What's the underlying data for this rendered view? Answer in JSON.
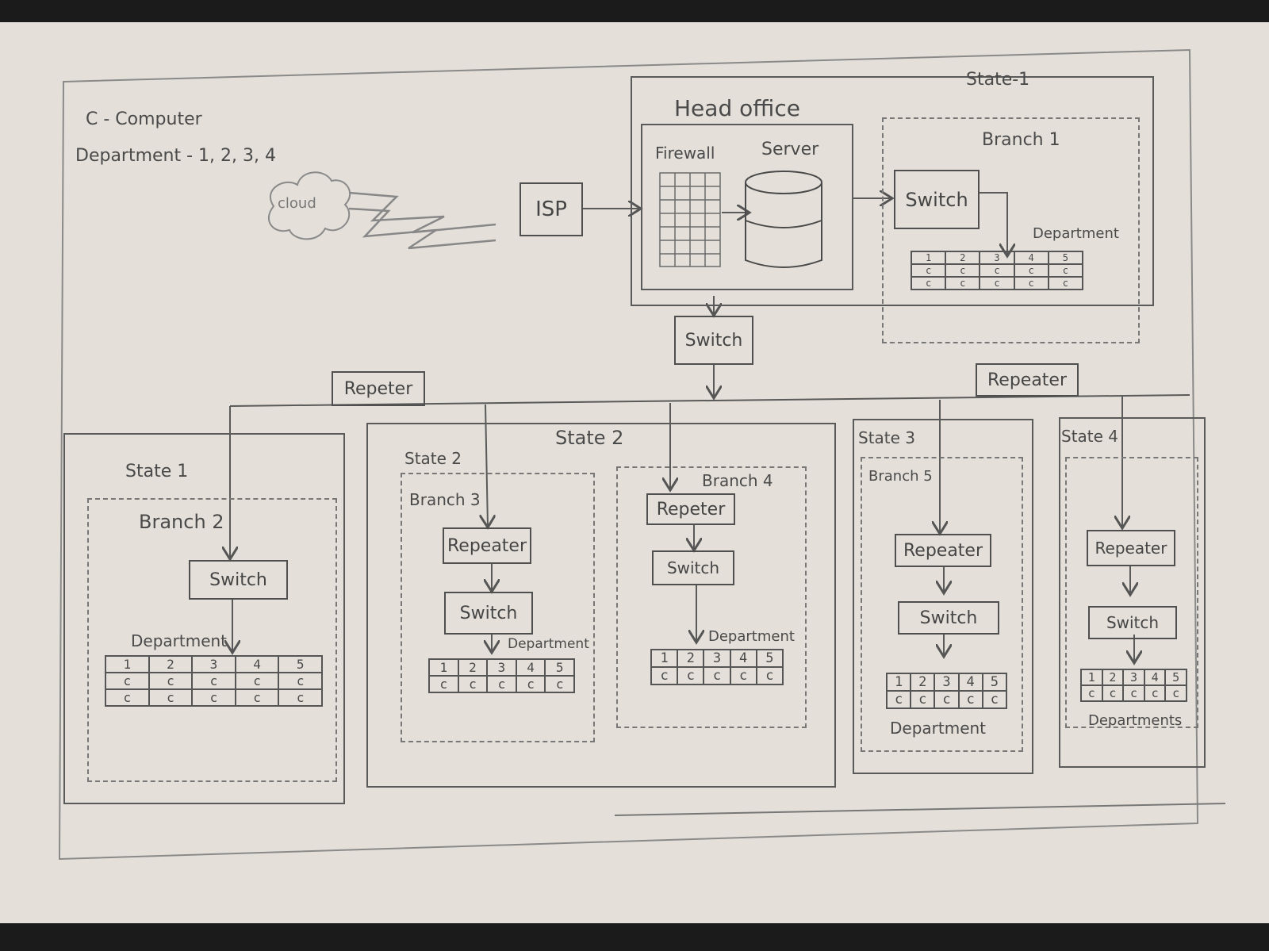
{
  "legend": {
    "computer": "C - Computer",
    "departments": "Department - 1, 2, 3, 4"
  },
  "top": {
    "cloud": "cloud",
    "isp": "ISP",
    "head_office": "Head office",
    "firewall": "Firewall",
    "server": "Server",
    "main_switch": "Switch",
    "repeater_left": "Repeter",
    "repeater_right": "Repeater"
  },
  "state1_top": {
    "title": "State-1",
    "branch": "Branch 1",
    "switch": "Switch",
    "department": "Department",
    "dept_headers": [
      "1",
      "2",
      "3",
      "4",
      "5"
    ],
    "dept_rows": [
      [
        "c",
        "c",
        "c",
        "c",
        "c"
      ],
      [
        "c",
        "c",
        "c",
        "c",
        "c"
      ]
    ]
  },
  "state1": {
    "title": "State 1",
    "branch": "Branch 2",
    "switch": "Switch",
    "department": "Department",
    "dept_headers": [
      "1",
      "2",
      "3",
      "4",
      "5"
    ],
    "dept_rows": [
      [
        "c",
        "c",
        "c",
        "c",
        "c"
      ],
      [
        "c",
        "c",
        "c",
        "c",
        "c"
      ]
    ]
  },
  "state2": {
    "title": "State 2",
    "branch3": {
      "state_label": "State 2",
      "branch": "Branch 3",
      "repeater": "Repeater",
      "switch": "Switch",
      "department": "Department",
      "dept_headers": [
        "1",
        "2",
        "3",
        "4",
        "5"
      ],
      "dept_rows": [
        [
          "c",
          "c",
          "c",
          "c",
          "c"
        ]
      ]
    },
    "branch4": {
      "branch": "Branch 4",
      "repeater": "Repeter",
      "switch": "Switch",
      "department": "Department",
      "dept_headers": [
        "1",
        "2",
        "3",
        "4",
        "5"
      ],
      "dept_rows": [
        [
          "c",
          "c",
          "c",
          "c",
          "c"
        ]
      ]
    }
  },
  "state3": {
    "title": "State 3",
    "branch": "Branch 5",
    "repeater": "Repeater",
    "switch": "Switch",
    "department": "Department",
    "dept_headers": [
      "1",
      "2",
      "3",
      "4",
      "5"
    ],
    "dept_rows": [
      [
        "c",
        "c",
        "c",
        "c",
        "c"
      ]
    ]
  },
  "state4": {
    "title": "State 4",
    "repeater": "Repeater",
    "switch": "Switch",
    "department": "Departments",
    "dept_headers": [
      "1",
      "2",
      "3",
      "4",
      "5"
    ],
    "dept_rows": [
      [
        "c",
        "c",
        "c",
        "c",
        "c"
      ]
    ]
  }
}
